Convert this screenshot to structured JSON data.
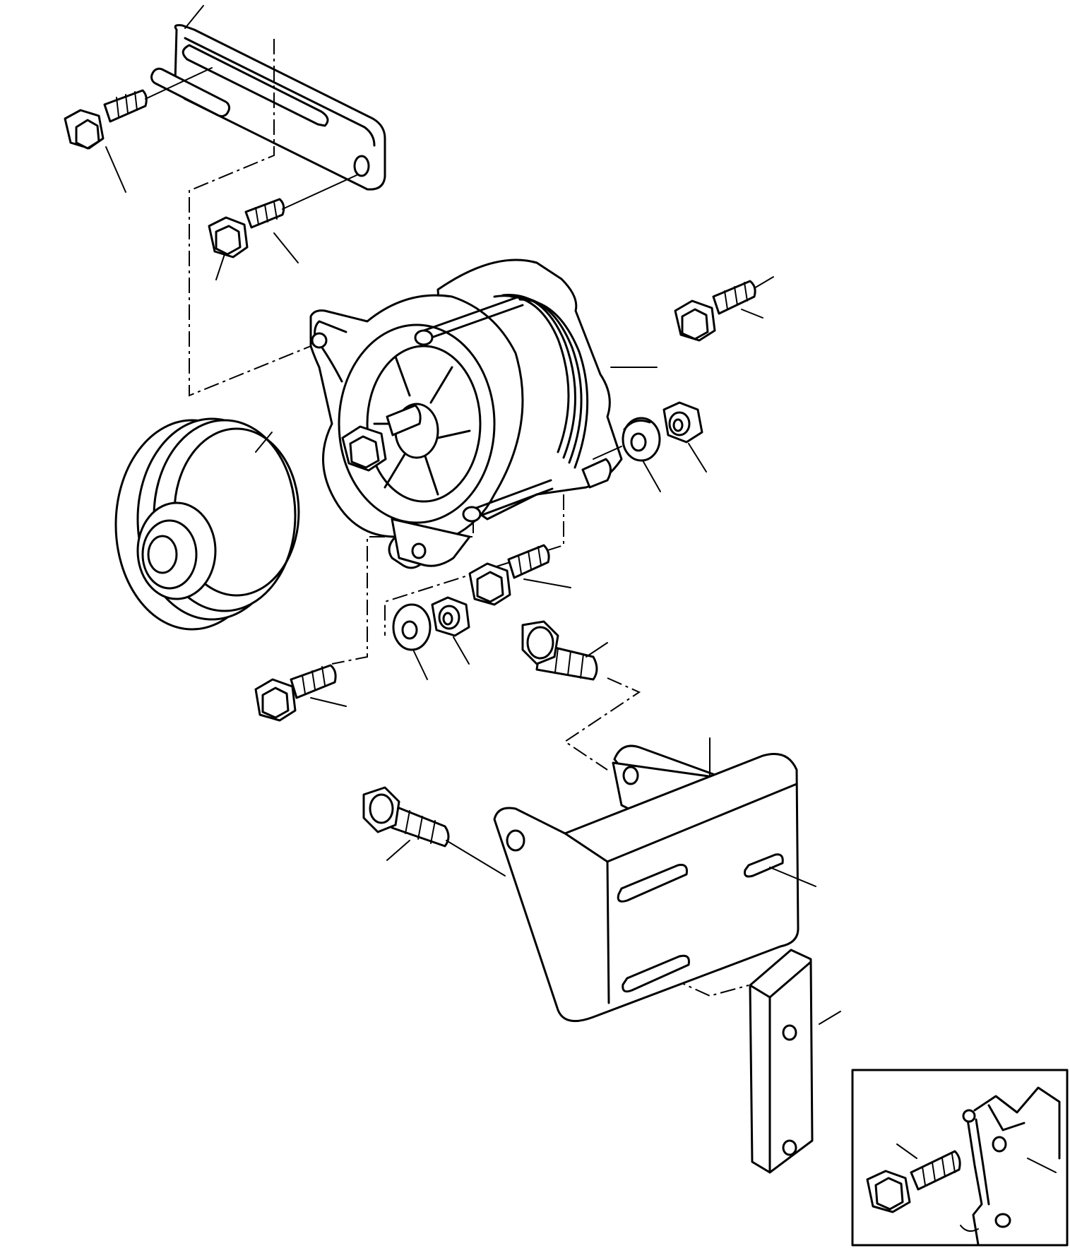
{
  "diagram": {
    "parts": [
      {
        "id": "upper-adjusting-strap"
      },
      {
        "id": "upper-strap-bolt"
      },
      {
        "id": "alternator-pivot-bolt"
      },
      {
        "id": "alternator"
      },
      {
        "id": "pulley"
      },
      {
        "id": "right-upper-bolt"
      },
      {
        "id": "right-washer"
      },
      {
        "id": "right-nut"
      },
      {
        "id": "center-bolt"
      },
      {
        "id": "left-washer"
      },
      {
        "id": "left-nut"
      },
      {
        "id": "lower-left-bolt"
      },
      {
        "id": "bracket-bolt"
      },
      {
        "id": "mounting-bracket-bolt"
      },
      {
        "id": "mounting-bracket"
      },
      {
        "id": "spacer-plate"
      }
    ],
    "inset": {
      "id": "detail-inset"
    }
  }
}
